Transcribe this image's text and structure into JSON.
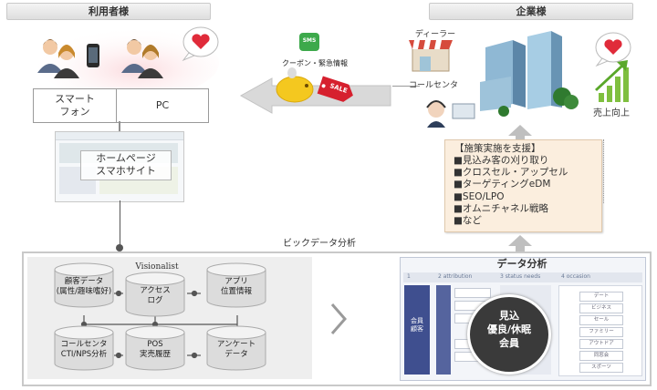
{
  "headers": {
    "users": "利用者様",
    "companies": "企業様"
  },
  "devices": {
    "smartphone": "スマート\nフォン",
    "pc": "PC"
  },
  "website": "ホームページ\nスマホサイト",
  "flow": {
    "coupon": "クーポン・緊急情報",
    "sms": "SMS",
    "sale": "SALE"
  },
  "company": {
    "dealer": "ディーラー",
    "call_center": "コールセンタ",
    "sales_up": "売上向上"
  },
  "support": {
    "title": "【施策実施を支援】",
    "items": [
      "見込み客の刈り取り",
      "クロスセル・アップセル",
      "ターゲティングeDM",
      "SEO/LPO",
      "オムニチャネル戦略",
      "など"
    ]
  },
  "bigdata_label": "ビックデータ分析",
  "sources": {
    "customer": "顧客データ\n(属性/趣味嗜好)",
    "visionalist": "Visionalist",
    "access_log": "アクセス\nログ",
    "app_location": "アプリ\n位置情報",
    "callcenter": "コールセンタ\nCTI/NPS分析",
    "pos": "POS\n実売履歴",
    "survey": "アンケート\nデータ"
  },
  "analysis": {
    "title": "データ分析",
    "columns": [
      "1",
      "2 attribution",
      "3 status needs",
      "4 occasion"
    ],
    "member_left": "会員\n顧客",
    "center": "見込\n優良/休眠\n会員",
    "occasion_tags": [
      "デート",
      "ビジネス",
      "セール",
      "ファミリー",
      "アウトドア",
      "同窓会",
      "スポーツ"
    ]
  },
  "colors": {
    "accent_blue": "#3f4f8f",
    "support_bg": "#fbeede",
    "arrow_gray": "#bfbfbf"
  }
}
